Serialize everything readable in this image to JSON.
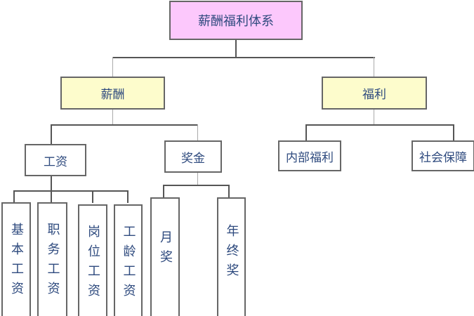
{
  "root": {
    "label": "薪酬福利体系"
  },
  "compensation": {
    "label": "薪酬",
    "salary": {
      "label": "工资",
      "items": [
        "基本工资",
        "职务工资",
        "岗位工资",
        "工龄工资"
      ]
    },
    "bonus": {
      "label": "奖金",
      "items": [
        "月奖",
        "年终奖"
      ]
    }
  },
  "welfare": {
    "label": "福利",
    "items": [
      "内部福利",
      "社会保障"
    ]
  },
  "colors": {
    "root_fill": "#fcc8fc",
    "level1_fill": "#fdfccc",
    "text": "#2e4a7e"
  }
}
